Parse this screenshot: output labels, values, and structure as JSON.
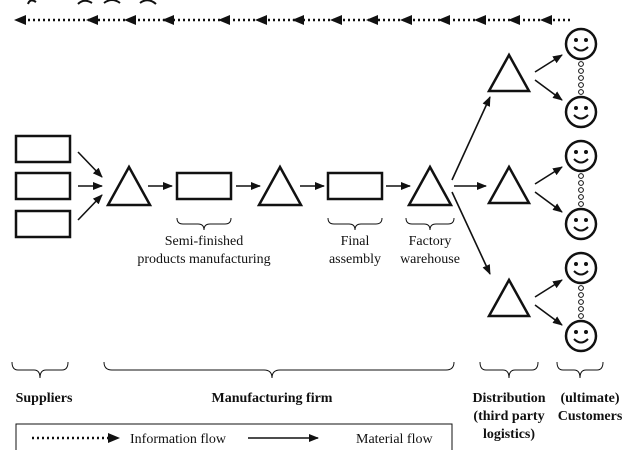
{
  "diagram": {
    "heading_fragment": "",
    "stage_labels": {
      "semi_finished": [
        "Semi-finished",
        "products manufacturing"
      ],
      "final_assembly": [
        "Final",
        "assembly"
      ],
      "factory_warehouse": [
        "Factory",
        "warehouse"
      ]
    },
    "group_labels": {
      "suppliers": "Suppliers",
      "manufacturing_firm": "Manufacturing firm",
      "distribution": [
        "Distribution",
        "(third party",
        "logistics)"
      ],
      "customers": [
        "(ultimate)",
        "Customers"
      ]
    },
    "legend": {
      "information_flow": "Information flow",
      "material_flow": "Material flow"
    },
    "icons": {
      "supplier": "rectangle",
      "stock_point": "triangle",
      "process": "rectangle",
      "customer": "smiley-face"
    },
    "colors": {
      "stroke": "#111111",
      "background": "#ffffff"
    }
  }
}
